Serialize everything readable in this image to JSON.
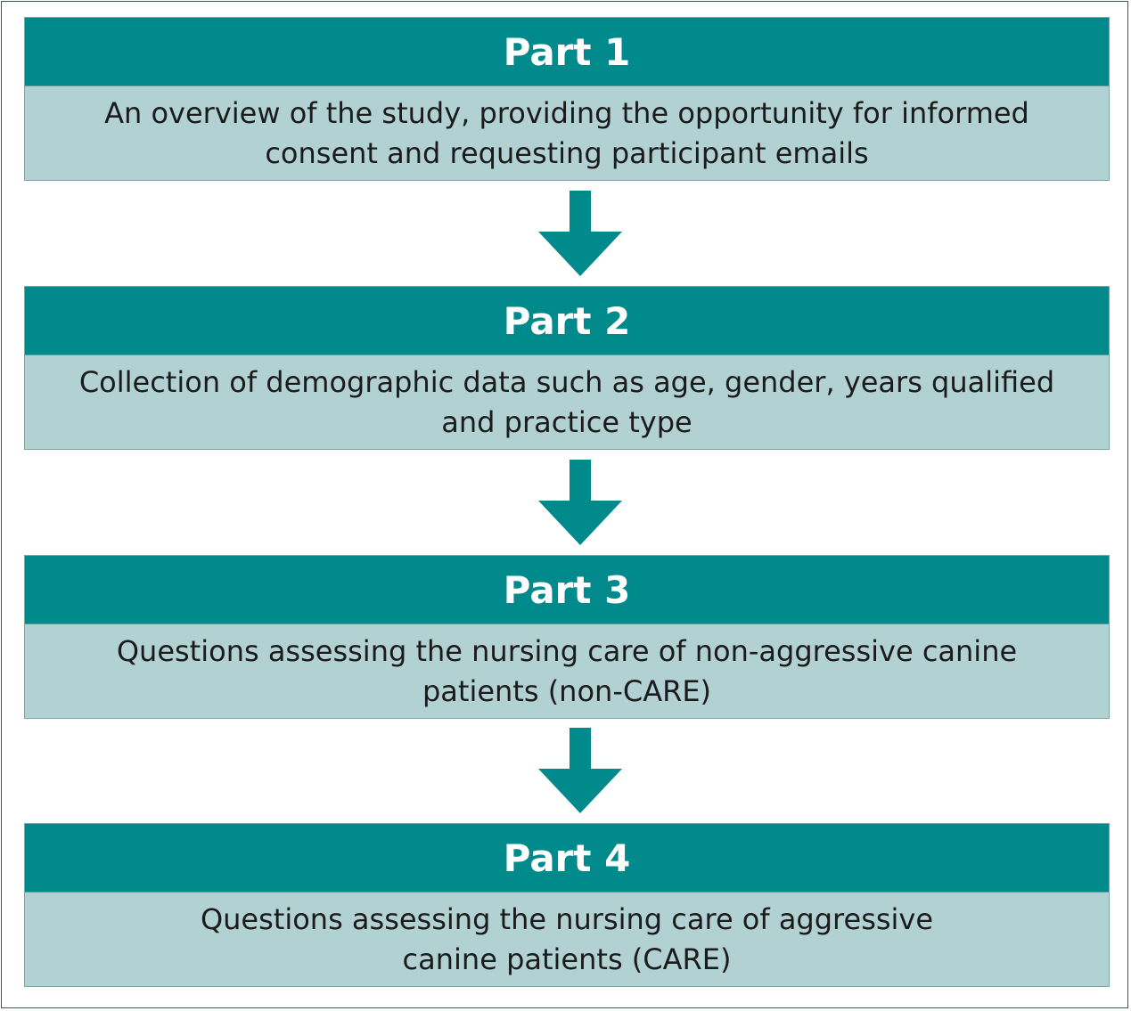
{
  "colors": {
    "header_bg": "#008a8c",
    "body_bg": "#b2d1d3",
    "arrow": "#008a8c"
  },
  "steps": [
    {
      "title": "Part 1",
      "lines": [
        "An overview of the study, providing the opportunity for informed",
        "consent and requesting participant emails"
      ]
    },
    {
      "title": "Part 2",
      "lines": [
        "Collection of demographic data such as age, gender, years qualified",
        "and practice type"
      ]
    },
    {
      "title": "Part 3",
      "lines": [
        "Questions assessing the nursing care of non-aggressive canine",
        "patients (non-CARE)"
      ]
    },
    {
      "title": "Part 4",
      "lines": [
        "Questions assessing the nursing care of aggressive",
        "canine patients (CARE)"
      ]
    }
  ]
}
